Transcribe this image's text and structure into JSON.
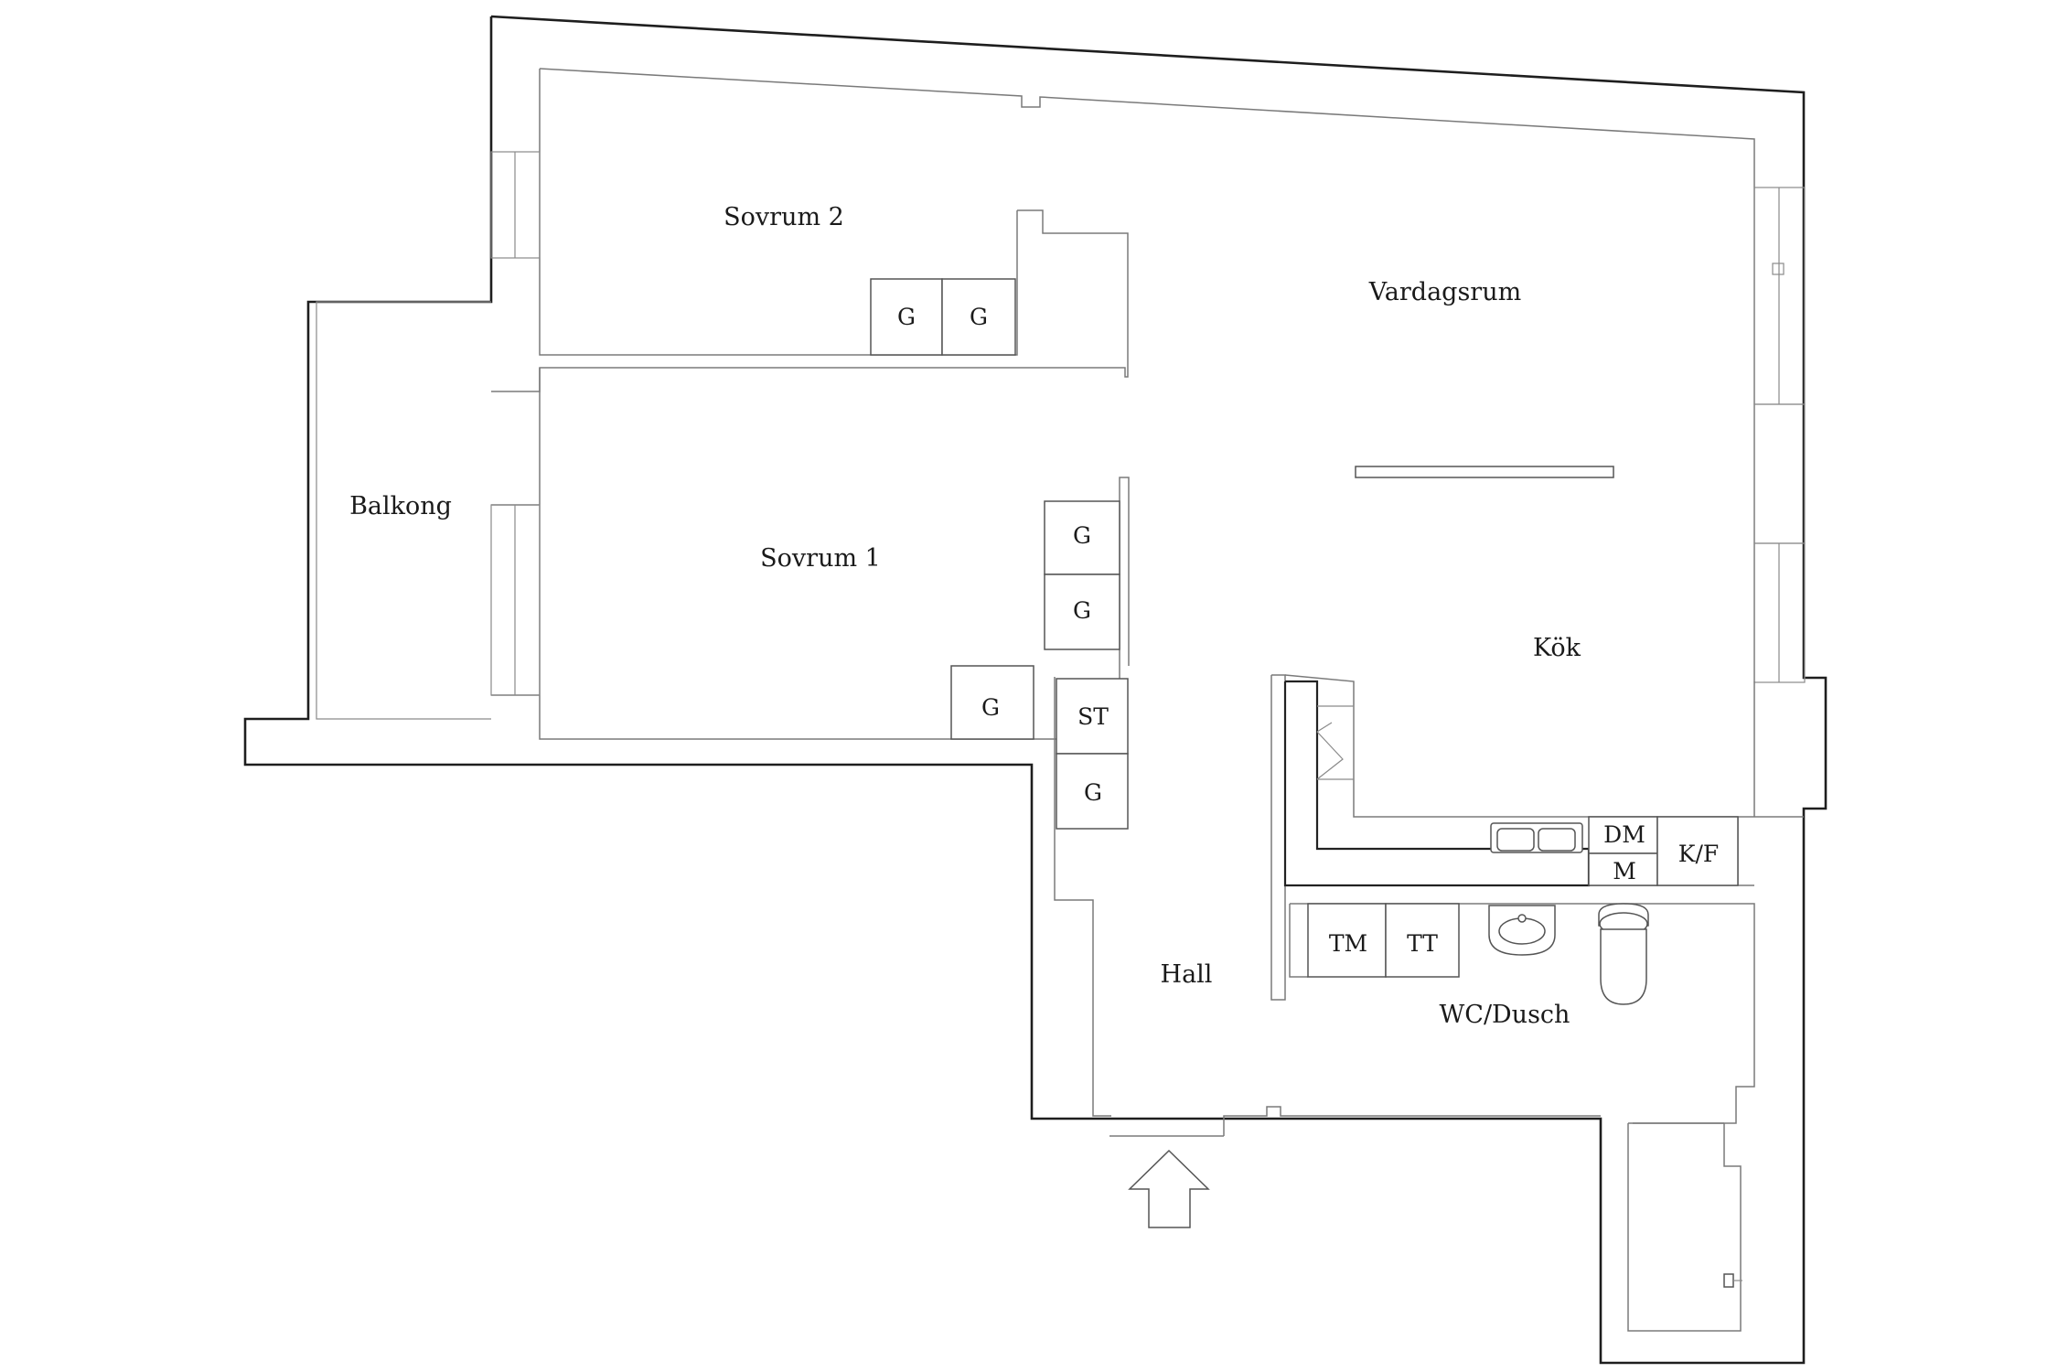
{
  "rooms": {
    "sovrum2": "Sovrum 2",
    "vardagsrum": "Vardagsrum",
    "balkong": "Balkong",
    "sovrum1": "Sovrum 1",
    "kok": "Kök",
    "hall": "Hall",
    "wc": "WC/Dusch"
  },
  "fixtures": {
    "wardrobe": "G",
    "storage": "ST",
    "dishwasher": "DM",
    "microwave": "M",
    "fridge_freezer": "K/F",
    "washing_machine": "TM",
    "dryer": "TT"
  },
  "icons": {
    "entrance": "arrow-up-icon",
    "toilet": "toilet-icon",
    "washbasin": "washbasin-icon",
    "sink": "kitchen-sink-icon"
  }
}
